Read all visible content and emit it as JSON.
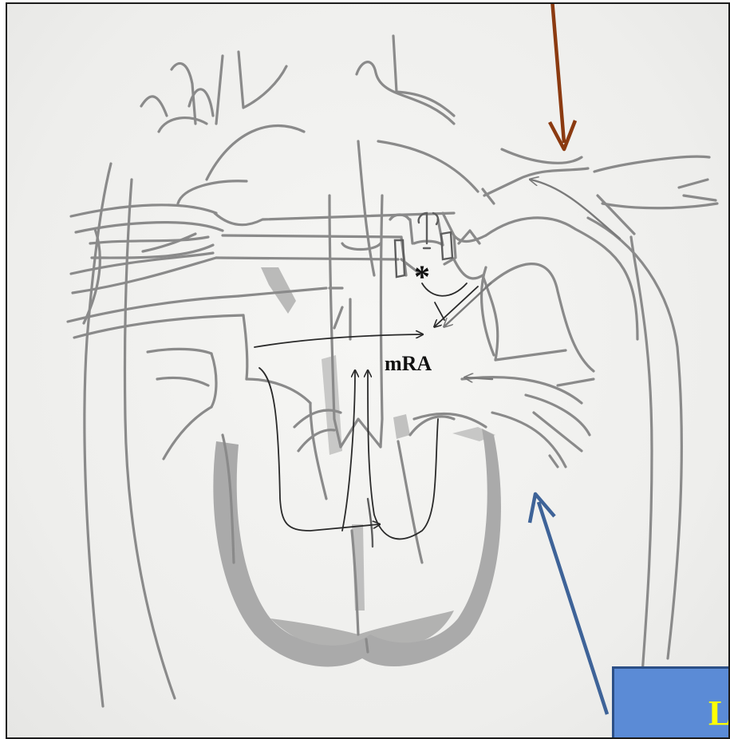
{
  "diagram": {
    "labels": {
      "chamber_label": "mRA",
      "asterisk": "*",
      "callout_text": "L"
    },
    "icons": [
      "heart-sketch",
      "brown-arrow",
      "blue-arrow",
      "callout-box"
    ],
    "colors": {
      "pencil": "#8a8a8a",
      "pencil_dark": "#5e5e5e",
      "shading": "#9a9a9a",
      "flow_arrows": "#2a2a2a",
      "brown_arrow": "#8b3a10",
      "blue_arrow": "#3e6398",
      "callout_fill": "#5b8bd6",
      "callout_border": "#2c4f86",
      "callout_text": "#ffff00"
    }
  }
}
